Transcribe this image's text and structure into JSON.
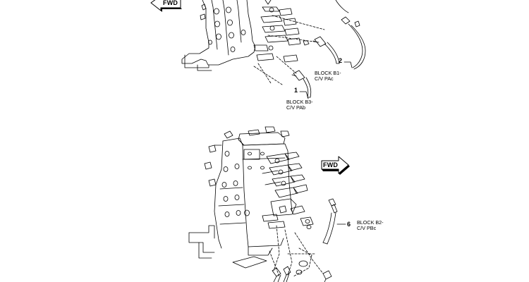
{
  "arrows": {
    "top": "FWD",
    "middle": "FWD"
  },
  "callouts": [
    {
      "number": "2",
      "line1": "BLOCK B1-",
      "line2": "C/V PAc"
    },
    {
      "number": "1",
      "line1": "BLOCK B3-",
      "line2": "C/V PAb"
    },
    {
      "number": "6",
      "line1": "BLOCK B2-",
      "line2": "C/V PBc"
    }
  ]
}
